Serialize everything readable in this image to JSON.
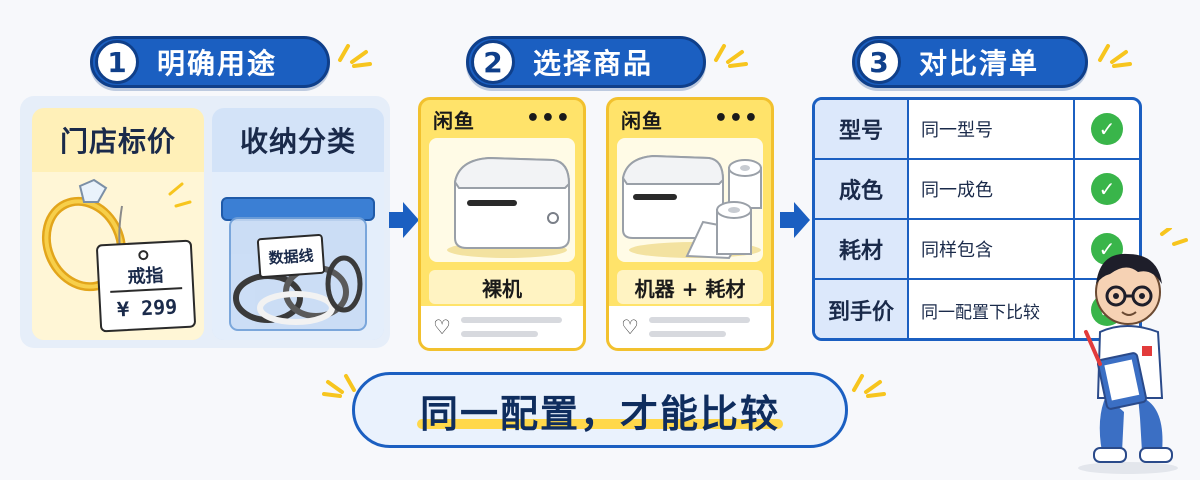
{
  "steps": [
    {
      "num": "1",
      "title": "明确用途"
    },
    {
      "num": "2",
      "title": "选择商品"
    },
    {
      "num": "3",
      "title": "对比清单"
    }
  ],
  "use_cases": [
    {
      "title": "门店标价",
      "tag_name": "戒指",
      "tag_price": "¥ 299"
    },
    {
      "title": "收纳分类",
      "box_label": "数据线"
    }
  ],
  "listings": [
    {
      "brand": "闲鱼",
      "menu": "•••",
      "label": "裸机"
    },
    {
      "brand": "闲鱼",
      "menu": "•••",
      "label": "机器 + 耗材"
    }
  ],
  "checklist": [
    {
      "key": "型号",
      "value": "同一型号",
      "ok": true
    },
    {
      "key": "成色",
      "value": "同一成色",
      "ok": true
    },
    {
      "key": "耗材",
      "value": "同样包含",
      "ok": true
    },
    {
      "key": "到手价",
      "value": "同一配置下比较",
      "ok": true
    }
  ],
  "banner": "同一配置，才能比较",
  "colors": {
    "accent": "#1b5fc1",
    "yellow": "#ffe36a",
    "check": "#39b54a"
  }
}
